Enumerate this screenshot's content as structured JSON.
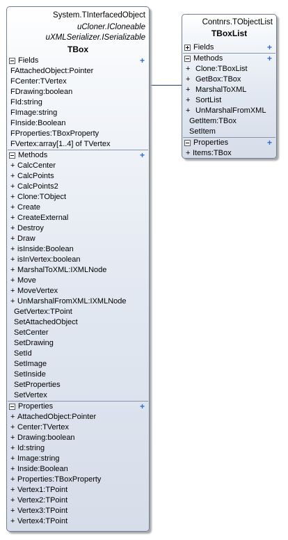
{
  "tbox": {
    "ancestor": "System.TInterfacedObject",
    "interfaces": [
      "uCloner.ICloneable",
      "uXMLSerializer.ISerializable"
    ],
    "title": "TBox",
    "fields_label": "Fields",
    "fields": [
      "FAttachedObject:Pointer",
      "FCenter:TVertex",
      "FDrawing:boolean",
      "FId:string",
      "FImage:string",
      "FInside:Boolean",
      "FProperties:TBoxProperty",
      "FVertex:array[1..4] of TVertex"
    ],
    "methods_label": "Methods",
    "public_methods": [
      "CalcCenter",
      "CalcPoints",
      "CalcPoints2",
      "Clone:TObject",
      "Create",
      "CreateExternal",
      "Destroy",
      "Draw",
      "isInside:Boolean",
      "isInVertex:boolean",
      "MarshalToXML:IXMLNode",
      "Move",
      "MoveVertex",
      "UnMarshalFromXML:IXMLNode"
    ],
    "private_methods": [
      "GetVertex:TPoint",
      "SetAttachedObject",
      "SetCenter",
      "SetDrawing",
      "SetId",
      "SetImage",
      "SetInside",
      "SetProperties",
      "SetVertex"
    ],
    "properties_label": "Properties",
    "properties": [
      "AttachedObject:Pointer",
      "Center:TVertex",
      "Drawing:boolean",
      "Id:string",
      "Image:string",
      "Inside:Boolean",
      "Properties:TBoxProperty",
      "Vertex1:TPoint",
      "Vertex2:TPoint",
      "Vertex3:TPoint",
      "Vertex4:TPoint"
    ]
  },
  "tboxlist": {
    "ancestor": "Contnrs.TObjectList",
    "title": "TBoxList",
    "fields_label": "Fields",
    "methods_label": "Methods",
    "public_methods": [
      "Clone:TBoxList",
      "GetBox:TBox",
      "MarshalToXML",
      "SortList",
      "UnMarshalFromXML"
    ],
    "private_methods": [
      "GetItem:TBox",
      "SetItem"
    ],
    "properties_label": "Properties",
    "properties": [
      "Items:TBox"
    ]
  },
  "add_glyph": "+",
  "colors": {
    "border": "#6f7f95",
    "connector": "#243e7a",
    "add_icon": "#2b6dd6"
  }
}
